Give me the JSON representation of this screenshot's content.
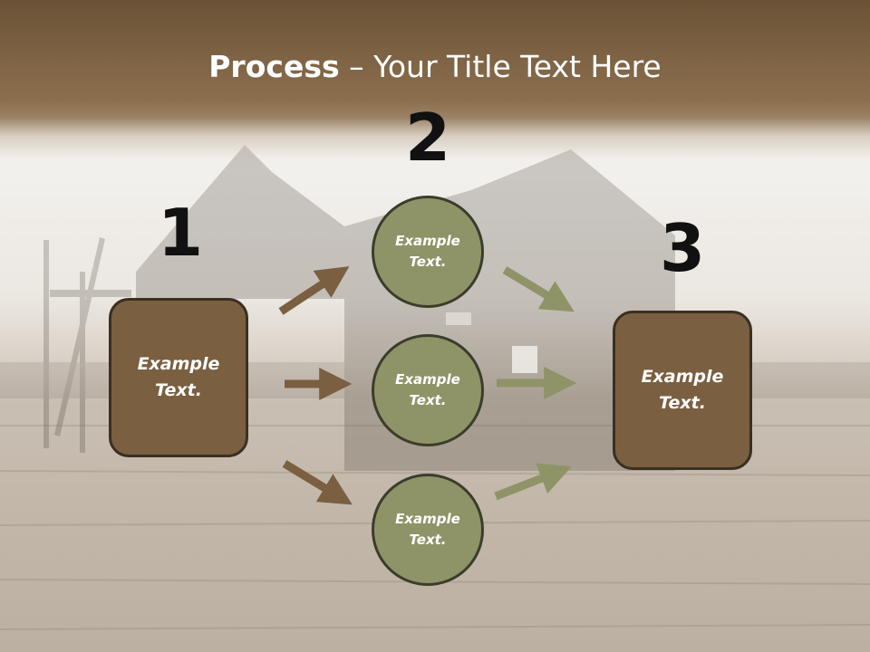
{
  "slide": {
    "title_bold": "Process",
    "title_rest": " – Your Title Text Here",
    "steps": [
      "1",
      "2",
      "3"
    ],
    "left_box": {
      "line1": "Example",
      "line2": "Text."
    },
    "right_box": {
      "line1": "Example",
      "line2": "Text."
    },
    "circles": [
      {
        "line1": "Example",
        "line2": "Text."
      },
      {
        "line1": "Example",
        "line2": "Text."
      },
      {
        "line1": "Example",
        "line2": "Text."
      }
    ]
  },
  "colors": {
    "title_band": "#7d6244",
    "box_fill": "#7a5f40",
    "circle_fill": "#8f9468",
    "brown_arrow": "#7a5f40",
    "olive_arrow": "#8f9468"
  }
}
